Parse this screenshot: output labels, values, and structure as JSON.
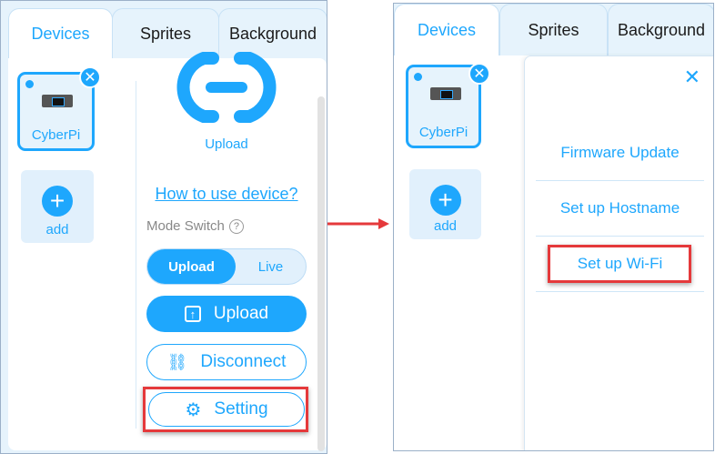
{
  "tabs": [
    "Devices",
    "Sprites",
    "Background"
  ],
  "device": {
    "name": "CyberPi",
    "close": "✕"
  },
  "add": {
    "plus": "+",
    "label": "add"
  },
  "left": {
    "mode_label": "Upload",
    "help_link": "How to use device?",
    "mode_switch": "Mode Switch",
    "help_icon": "?",
    "toggle": [
      "Upload",
      "Live"
    ],
    "upload_button": "Upload",
    "disconnect_button": "Disconnect",
    "setting_button": "Setting"
  },
  "right": {
    "close": "✕",
    "menu": [
      "Firmware Update",
      "Set up Hostname",
      "Set up Wi-Fi"
    ]
  },
  "colors": {
    "accent": "#1ea7fd",
    "highlight": "#e5393b"
  }
}
